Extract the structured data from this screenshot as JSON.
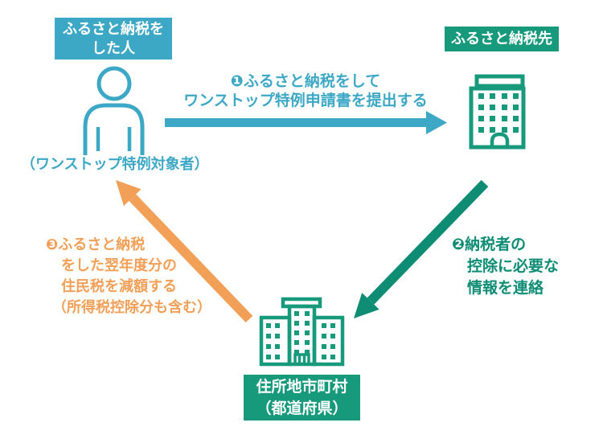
{
  "colors": {
    "background": "#FFFFFF",
    "teal": "#3DA8C6",
    "green": "#17997C",
    "green_dark": "#0E8D74",
    "orange": "#F2A058"
  },
  "nodes": {
    "donor": {
      "label_line1": "ふるさと納税を",
      "label_line2": "した人",
      "caption": "（ワンストップ特例対象者）",
      "icon": "person-icon"
    },
    "recipient": {
      "label": "ふるさと納税先",
      "icon": "office-building-icon"
    },
    "municipality": {
      "label_line1": "住所地市町村",
      "label_line2": "（都道府県）",
      "icon": "city-hall-icon"
    }
  },
  "arrows": {
    "step1": {
      "from": "donor",
      "to": "recipient",
      "color": "#3DA8C6",
      "line1": "❶ふるさと納税をして",
      "line2": "ワンストップ特例申請書を提出する"
    },
    "step2": {
      "from": "recipient",
      "to": "municipality",
      "color": "#0E8D74",
      "line1": "❷納税者の",
      "line2": "控除に必要な",
      "line3": "情報を連絡"
    },
    "step3": {
      "from": "municipality",
      "to": "donor",
      "color": "#F2A058",
      "line1": "❸ふるさと納税",
      "line2": "をした翌年度分の",
      "line3": "住民税を減額する",
      "line4": "（所得税控除分も含む）"
    }
  }
}
